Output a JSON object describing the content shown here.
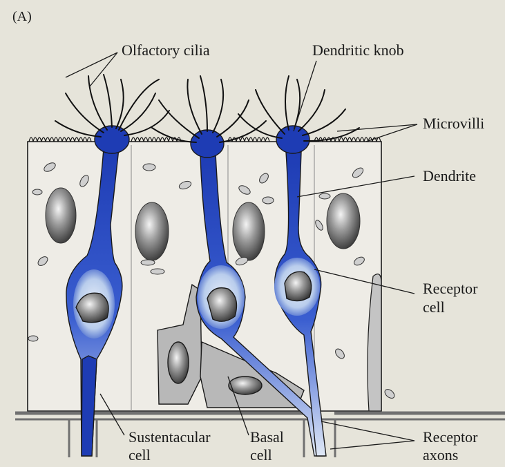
{
  "figure": {
    "panel_label": "(A)",
    "labels": {
      "olfactory_cilia": "Olfactory cilia",
      "dendritic_knob": "Dendritic knob",
      "microvilli": "Microvilli",
      "dendrite": "Dendrite",
      "receptor_cell_line1": "Receptor",
      "receptor_cell_line2": "cell",
      "sustentacular_line1": "Sustentacular",
      "sustentacular_line2": "cell",
      "basal_line1": "Basal",
      "basal_line2": "cell",
      "axons_line1": "Receptor",
      "axons_line2": "axons"
    }
  },
  "colors": {
    "background": "#e6e4da",
    "receptor_blue": "#1e3cb4",
    "receptor_light": "#c9d8f0",
    "sustentacular_fill": "#eeece6",
    "basal_fill": "#b8b8b8",
    "outline": "#1a1a1a",
    "membrane": "#707070"
  }
}
